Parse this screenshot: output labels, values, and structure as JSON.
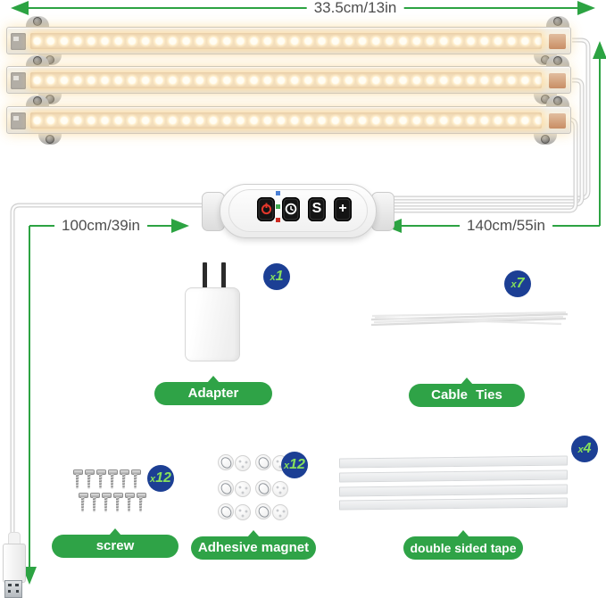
{
  "dimensions": {
    "bar_length": "33.5cm/13in",
    "usb_cable": "100cm/39in",
    "controller_cable": "140cm/55in"
  },
  "controller": {
    "buttons": [
      {
        "name": "power-button",
        "icon": "power-icon"
      },
      {
        "name": "timer-button",
        "icon": "clock-icon"
      },
      {
        "name": "spectrum-button",
        "label": "S"
      },
      {
        "name": "brightness-button",
        "label": "+"
      }
    ],
    "indicator_colors": {
      "top": "#4a7fd4",
      "middle": "#3faa4f",
      "bottom": "#cc2a22"
    }
  },
  "accessories": [
    {
      "name": "Adapter",
      "count": "x1"
    },
    {
      "name": "Cable Ties",
      "count": "x7"
    },
    {
      "name": "screw",
      "count": "x12"
    },
    {
      "name": "Adhesive magnet",
      "count": "x12"
    },
    {
      "name": "double sided tape",
      "count": "x4"
    }
  ],
  "colors": {
    "green-line": "#2ca342",
    "pill-green": "#2fa347",
    "badge-bg": "#1c3f94",
    "badge-text": "#86e05c",
    "label-text": "#4d4d4d"
  }
}
